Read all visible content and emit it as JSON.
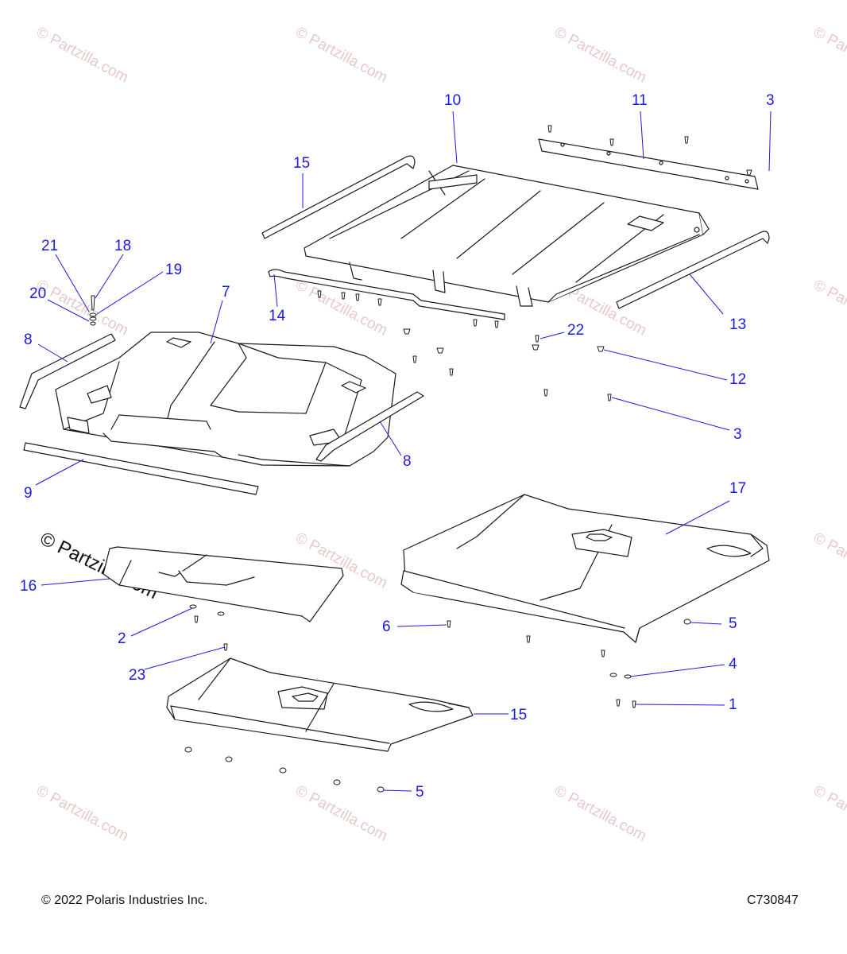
{
  "callouts": [
    "10",
    "11",
    "3",
    "15",
    "21",
    "18",
    "19",
    "20",
    "7",
    "14",
    "13",
    "22",
    "8",
    "12",
    "3",
    "8",
    "9",
    "17",
    "16",
    "5",
    "6",
    "2",
    "4",
    "23",
    "1",
    "15",
    "5"
  ],
  "watermark": {
    "text": "© Partzilla.com",
    "featured_text": "© Partzilla.com"
  },
  "footer": {
    "copyright": "© 2022 Polaris Industries Inc.",
    "diagram_code": "C730847"
  },
  "colors": {
    "callout": "#1a1ae6",
    "line": "#1a1a1a",
    "watermark": "#e8c9c9"
  }
}
